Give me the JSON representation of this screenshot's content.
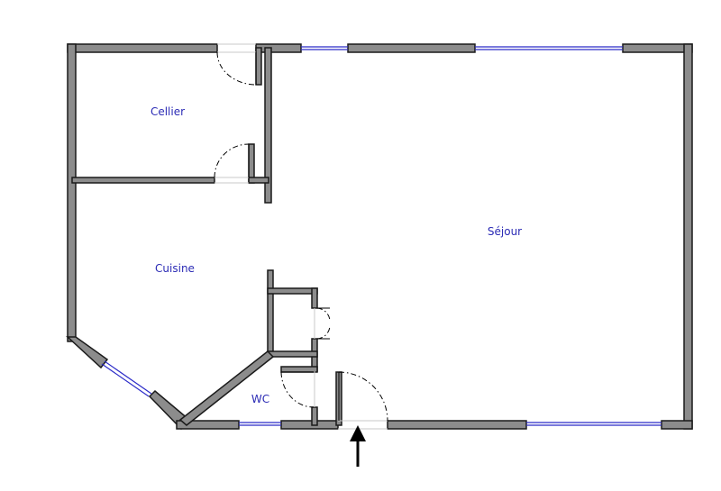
{
  "plan": {
    "rooms": [
      {
        "id": "cellier",
        "label": "Cellier"
      },
      {
        "id": "cuisine",
        "label": "Cuisine"
      },
      {
        "id": "sejour",
        "label": "Séjour"
      },
      {
        "id": "wc",
        "label": "WC"
      }
    ],
    "colors": {
      "wall_fill": "#8c8c8c",
      "wall_stroke": "#1a1a1a",
      "window": "#2b2bc8",
      "label": "#2b2bb5"
    },
    "entrance_icon": "arrow-up-icon"
  }
}
